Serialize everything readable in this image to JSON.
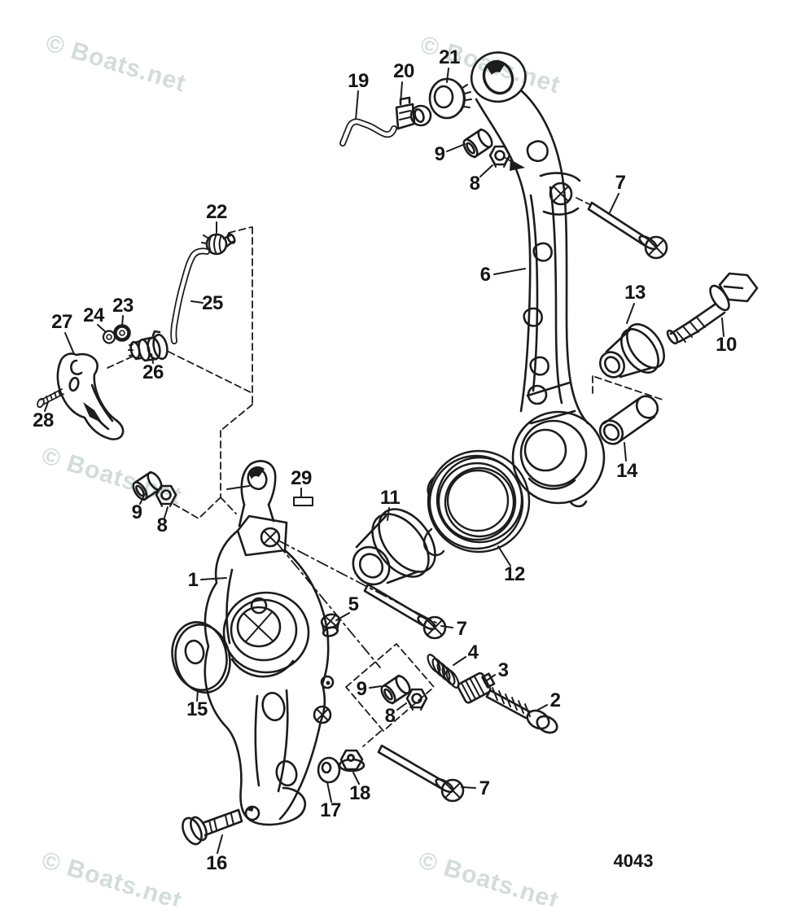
{
  "diagram": {
    "number": "4043",
    "watermark": "© Boats.net"
  },
  "callouts": {
    "c19": {
      "text": "19"
    },
    "c20": {
      "text": "20"
    },
    "c21": {
      "text": "21"
    },
    "c9a": {
      "text": "9"
    },
    "c8a": {
      "text": "8"
    },
    "c7a": {
      "text": "7"
    },
    "c22": {
      "text": "22"
    },
    "c6": {
      "text": "6"
    },
    "c13": {
      "text": "13"
    },
    "c25": {
      "text": "25"
    },
    "c23": {
      "text": "23"
    },
    "c24": {
      "text": "24"
    },
    "c27": {
      "text": "27"
    },
    "c10": {
      "text": "10"
    },
    "c26": {
      "text": "26"
    },
    "c28": {
      "text": "28"
    },
    "c29": {
      "text": "29"
    },
    "c14": {
      "text": "14"
    },
    "c11": {
      "text": "11"
    },
    "c9b": {
      "text": "9"
    },
    "c8b": {
      "text": "8"
    },
    "c12": {
      "text": "12"
    },
    "c1": {
      "text": "1"
    },
    "c5": {
      "text": "5"
    },
    "c7b": {
      "text": "7"
    },
    "c4": {
      "text": "4"
    },
    "c3": {
      "text": "3"
    },
    "c2": {
      "text": "2"
    },
    "c9c": {
      "text": "9"
    },
    "c8c": {
      "text": "8"
    },
    "c15": {
      "text": "15"
    },
    "c18": {
      "text": "18"
    },
    "c17": {
      "text": "17"
    },
    "c7c": {
      "text": "7"
    },
    "c16": {
      "text": "16"
    }
  }
}
